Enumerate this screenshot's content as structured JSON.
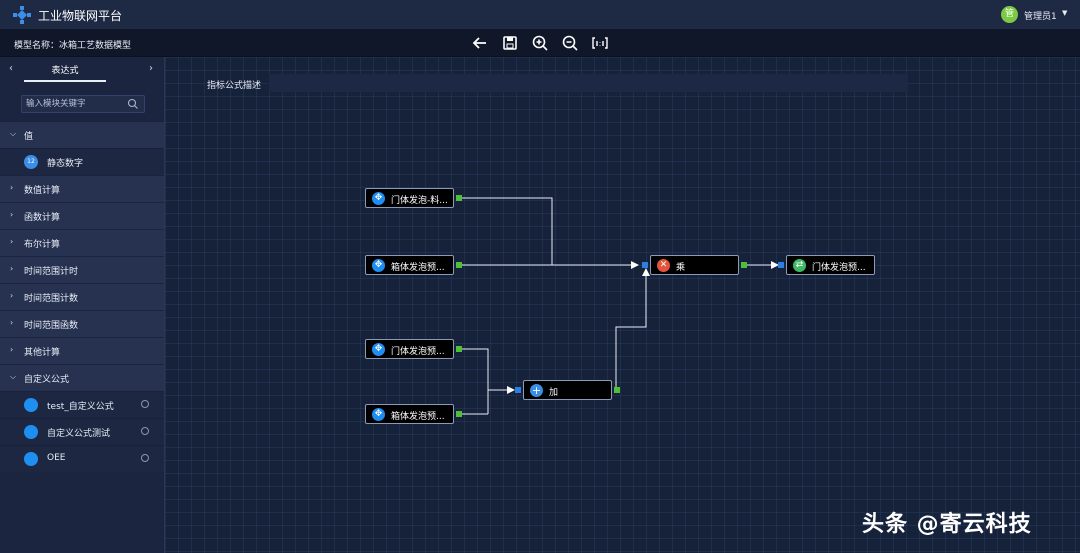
{
  "header": {
    "app_title": "工业物联网平台",
    "user_name": "管理员1",
    "avatar_text": "管"
  },
  "toolbar": {
    "model_name": "模型名称：冰箱工艺数据模型",
    "tools": [
      "back-arrow-icon",
      "save-icon",
      "zoom-in-icon",
      "zoom-out-icon",
      "fit-1to1-icon"
    ]
  },
  "sidebar": {
    "tab_label": "表达式",
    "search_placeholder": "输入模块关键字",
    "categories": [
      {
        "label": "值",
        "expanded": true,
        "items": [
          {
            "label": "静态数字"
          }
        ]
      },
      {
        "label": "数值计算",
        "expanded": false
      },
      {
        "label": "函数计算",
        "expanded": false
      },
      {
        "label": "布尔计算",
        "expanded": false
      },
      {
        "label": "时间范围计时",
        "expanded": false
      },
      {
        "label": "时间范围计数",
        "expanded": false
      },
      {
        "label": "时间范围函数",
        "expanded": false
      },
      {
        "label": "其他计算",
        "expanded": false
      },
      {
        "label": "自定义公式",
        "expanded": true,
        "items": [
          {
            "label": "test_自定义公式"
          },
          {
            "label": "自定义公式测试"
          },
          {
            "label": "OEE"
          }
        ]
      }
    ]
  },
  "canvas": {
    "desc_label": "指标公式描述",
    "desc_value": "",
    "nodes": [
      {
        "id": "n1",
        "label": "门体发泡-料...",
        "icon": "move-icon"
      },
      {
        "id": "n2",
        "label": "箱体发泡预...",
        "icon": "move-icon"
      },
      {
        "id": "n3",
        "label": "门体发泡预...",
        "icon": "move-icon"
      },
      {
        "id": "n4",
        "label": "箱体发泡预...",
        "icon": "move-icon"
      },
      {
        "id": "mul",
        "label": "乘",
        "icon": "multiply-icon"
      },
      {
        "id": "add",
        "label": "加",
        "icon": "plus-icon"
      },
      {
        "id": "out",
        "label": "门体发泡预...",
        "icon": "output-icon"
      }
    ],
    "edges": [
      [
        "n1",
        "mul"
      ],
      [
        "n2",
        "mul"
      ],
      [
        "n3",
        "add"
      ],
      [
        "n4",
        "add"
      ],
      [
        "add",
        "mul"
      ],
      [
        "mul",
        "out"
      ]
    ]
  },
  "colors": {
    "header_bg": "#1e2944",
    "canvas_bg": "#16213a",
    "port_out": "#4fbf3a",
    "port_in": "#2f7de1",
    "icon_blue": "#1f8ef1",
    "icon_red": "#e2553b",
    "icon_green": "#3fb866"
  },
  "watermark": "头条 @寄云科技"
}
